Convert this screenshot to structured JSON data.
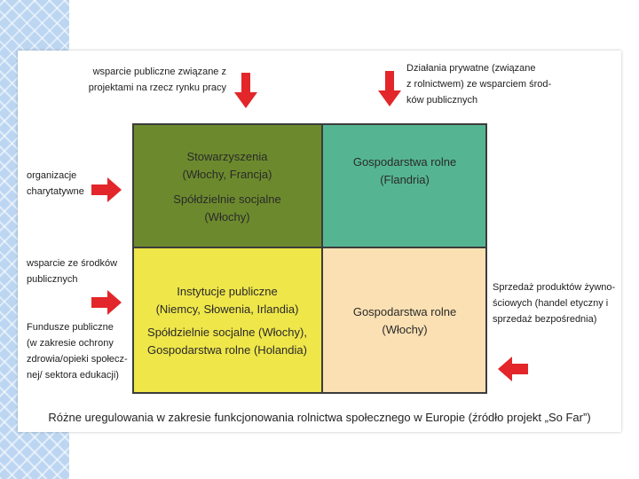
{
  "colors": {
    "top_left": "#6c8a2d",
    "top_right": "#55b592",
    "bottom_left": "#efe64a",
    "bottom_right": "#fbe0b3",
    "arrow": "#e2262a",
    "border": "#3c3c3c"
  },
  "labels": {
    "top_left": "wsparcie publiczne związane z\nprojektami na rzecz rynku pracy",
    "top_right": "Działania    prywatne    (związane\nz rolnictwem) ze wsparciem środ-\nków publicznych",
    "left_charity": "organizacje\ncharytatywne",
    "left_support": "wsparcie ze środków\npublicznych",
    "left_funds": "Fundusze publiczne\n(w zakresie ochrony\nzdrowia/opieki społecz-\nnej/ sektora edukacji)",
    "right_sales": "Sprzedaż produktów żywno-\nściowych (handel etyczny i\nsprzedaż bezpośrednia)"
  },
  "quadrants": {
    "top_left": {
      "line1": "Stowarzyszenia\n(Włochy, Francja)",
      "line2": "Spółdzielnie socjalne\n(Włochy)"
    },
    "top_right": {
      "line1": "Gospodarstwa rolne\n(Flandria)"
    },
    "bottom_left": {
      "line1": "Instytucje publiczne\n(Niemcy, Słowenia, Irlandia)",
      "line2": "Spółdzielnie socjalne (Włochy),\nGospodarstwa rolne (Holandia)"
    },
    "bottom_right": {
      "line1": "Gospodarstwa rolne\n(Włochy)"
    }
  },
  "caption": "Różne uregulowania w zakresie funkcjonowania rolnictwa społecznego w Europie (źródło projekt „So Far”)"
}
